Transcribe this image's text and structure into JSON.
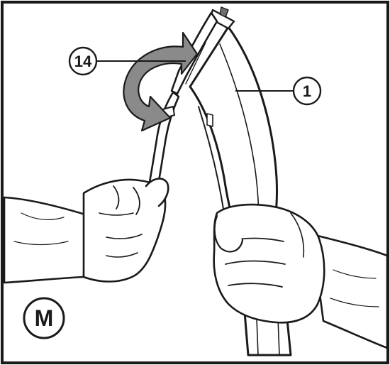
{
  "figure": {
    "step_label": "M",
    "callouts": [
      {
        "id": "callout-14",
        "label": "14"
      },
      {
        "id": "callout-1",
        "label": "1"
      }
    ],
    "colors": {
      "outline": "#1a1a1a",
      "arrow_fill": "#8a8a8a",
      "background": "#ffffff"
    }
  }
}
